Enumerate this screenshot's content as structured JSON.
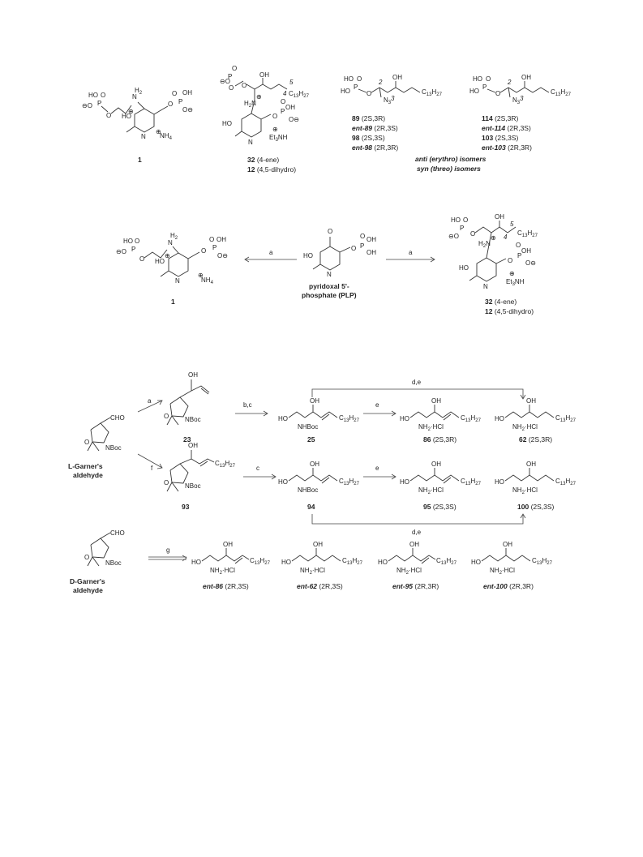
{
  "top_row": {
    "c1": {
      "id": "1"
    },
    "c32": {
      "id": "32",
      "desc": "(4-ene)"
    },
    "c12": {
      "id": "12",
      "desc": "(4,5-dihydro)"
    },
    "azides_anti": [
      {
        "id": "89",
        "cfg": "(2S,3R)"
      },
      {
        "id": "ent-89",
        "cfg": "(2R,3S)"
      },
      {
        "id": "98",
        "cfg": "(2S,3S)"
      },
      {
        "id": "ent-98",
        "cfg": "(2R,3R)"
      }
    ],
    "azides_syn": [
      {
        "id": "114",
        "cfg": "(2S,3R)"
      },
      {
        "id": "ent-114",
        "cfg": "(2R,3S)"
      },
      {
        "id": "103",
        "cfg": "(2S,3S)"
      },
      {
        "id": "ent-103",
        "cfg": "(2R,3R)"
      }
    ],
    "anti_label": "anti (erythro) isomers",
    "syn_label": "syn (threo) isomers"
  },
  "middle_row": {
    "plp_name": "pyridoxal 5'-",
    "plp_name2": "phosphate (PLP)",
    "cond_left": "a",
    "cond_right": "a",
    "left_id": "1",
    "right_id1": "32",
    "right_desc1": "(4-ene)",
    "right_id2": "12",
    "right_desc2": "(4,5-dihydro)"
  },
  "bottom": {
    "l_garner": "L-Garner's",
    "l_garner2": "aldehyde",
    "d_garner": "D-Garner's",
    "d_garner2": "aldehyde",
    "conds": {
      "a": "a",
      "bc": "b,c",
      "c": "c",
      "de_top": "d,e",
      "de_bot": "d,e",
      "e1": "e",
      "e2": "e",
      "f": "f",
      "g": "g"
    },
    "c23": "23",
    "c25": "25",
    "c93": "93",
    "c94": "94",
    "c86": {
      "id": "86",
      "cfg": "(2S,3R)"
    },
    "c62": {
      "id": "62",
      "cfg": "(2S,3R)"
    },
    "c95": {
      "id": "95",
      "cfg": "(2S,3S)"
    },
    "c100": {
      "id": "100",
      "cfg": "(2S,3S)"
    },
    "ents": [
      {
        "id": "ent-86",
        "cfg": "(2R,3S)"
      },
      {
        "id": "ent-62",
        "cfg": "(2R,3S)"
      },
      {
        "id": "ent-95",
        "cfg": "(2R,3R)"
      },
      {
        "id": "ent-100",
        "cfg": "(2R,3R)"
      }
    ]
  }
}
